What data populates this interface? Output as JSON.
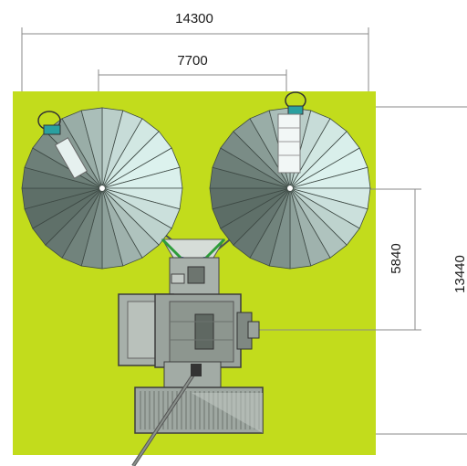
{
  "dimensions": {
    "total_width": "14300",
    "dish_spacing": "7700",
    "dish_to_rear": "5840",
    "total_depth": "13440"
  },
  "colors": {
    "ground": "#c2dc1c",
    "dim_line": "#7a7a7a",
    "dish_dark": "#5c6d66",
    "dish_light": "#dcf2ee",
    "equipment": "#9aa59f",
    "equipment_dark": "#6d756f",
    "feed_arm": "#2d9d3a",
    "feed_blue": "#2a4fa8"
  }
}
